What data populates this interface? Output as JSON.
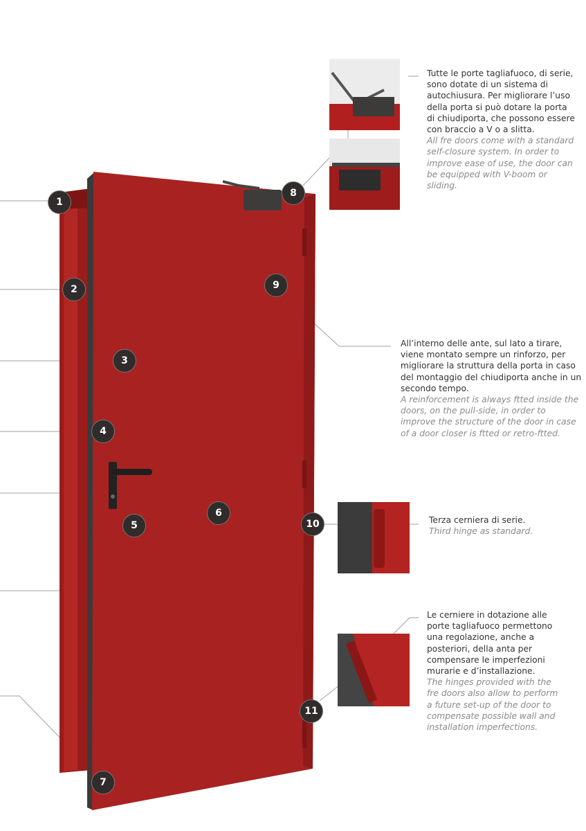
{
  "callouts": [
    "1",
    "2",
    "3",
    "4",
    "5",
    "6",
    "7",
    "8",
    "9",
    "10",
    "11"
  ],
  "notes": {
    "closer": {
      "it": "Tutte le porte tagliafuoco, di serie, sono dotate di un sistema di autochiusura. Per migliorare l’uso della porta si può dotare la porta di chiudiporta, che possono essere con braccio a V o a slitta.",
      "en": "All fre doors come with a standard self-closure system. In order to improve ease of use, the door can be equipped with V-boom or sliding."
    },
    "reinforcement": {
      "it": "All’interno delle ante, sul lato a tirare, viene montato sempre un rinforzo, per migliorare la struttura della porta in caso del montaggio del chiudiporta anche in un secondo tempo.",
      "en": "A reinforcement is always ftted inside the doors, on the pull-side, in order to improve the structure of the door in case of a door closer is ftted or retro-ftted."
    },
    "third_hinge": {
      "it": "Terza cerniera di serie.",
      "en": "Third hinge as standard."
    },
    "hinges": {
      "it": "Le cerniere in dotazione alle porte tagliafuoco permettono una regolazione, anche a posteriori, della anta per compensare le imperfezioni murarie e d’installazione.",
      "en": "The hinges provided with the fre doors also allow to perform a future set-up of the door to compensate possible wall and installation imperfections."
    }
  },
  "colors": {
    "door": "#a8201f",
    "badge": "#2f2c2b",
    "line": "#999999"
  }
}
